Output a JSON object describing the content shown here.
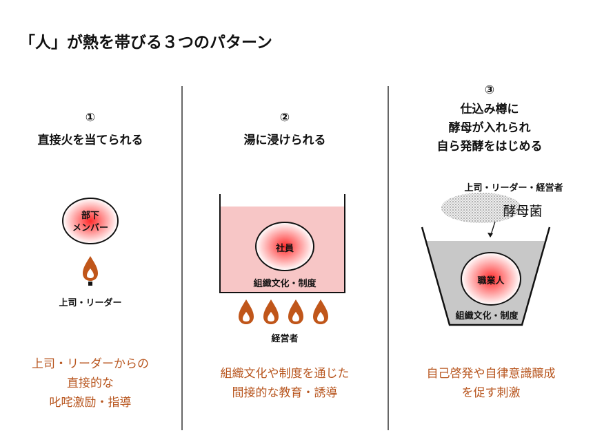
{
  "title": "「人」が熱を帯びる３つのパターン",
  "columns": [
    {
      "number": "①",
      "heading": [
        "直接火を当てられる"
      ],
      "circle_label": [
        "部下",
        "メンバー"
      ],
      "heat_source": "上司・リーダー",
      "description": [
        "上司・リーダーからの",
        "直接的な",
        "叱咤激励・指導"
      ]
    },
    {
      "number": "②",
      "heading": [
        "湯に浸けられる"
      ],
      "circle_label": [
        "社員"
      ],
      "container_label": "組織文化・制度",
      "heat_source": "経営者",
      "description": [
        "組織文化や制度を通じた",
        "間接的な教育・誘導"
      ]
    },
    {
      "number": "③",
      "heading": [
        "仕込み樽に",
        "酵母が入れられ",
        "自ら発酵をはじめる"
      ],
      "circle_label": [
        "職業人"
      ],
      "container_label": "組織文化・制度",
      "source_label": "上司・リーダー・経営者",
      "yeast_label": "酵母菌",
      "description": [
        "自己啓発や自律意識醸成",
        "を促す刺激"
      ]
    }
  ],
  "colors": {
    "accent": "#b8561f",
    "flame": "#c0561a",
    "water": "#f7c6c6",
    "barrel": "#c8c8c8"
  }
}
